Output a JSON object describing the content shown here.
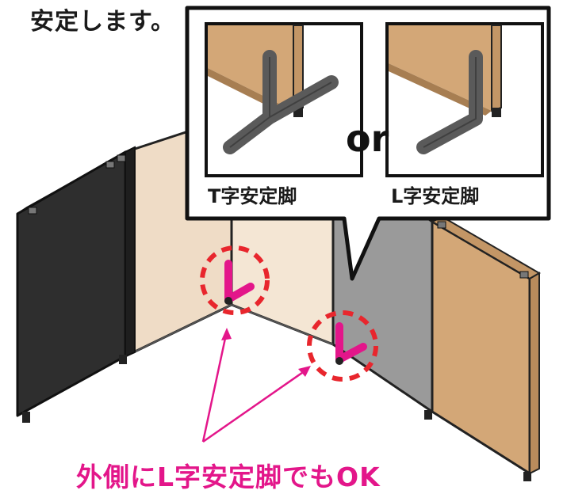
{
  "heading": "安定します。",
  "callout": {
    "left_label": "T字安定脚",
    "right_label": "L字安定脚",
    "connector": "or"
  },
  "caption": "外側にL字安定脚でもOK",
  "colors": {
    "accent": "#e3168a",
    "dashed_circle": "#e8262d",
    "panel_black": "#2e2e2e",
    "panel_beige": "#efdcc6",
    "panel_gray": "#9a9a9a",
    "panel_tan": "#d3a777",
    "foot": "#5a5a5a"
  },
  "icons": [
    "t-foot-icon",
    "l-foot-icon",
    "magenta-l-foot-icon",
    "arrow-icon",
    "dashed-circle-icon"
  ]
}
